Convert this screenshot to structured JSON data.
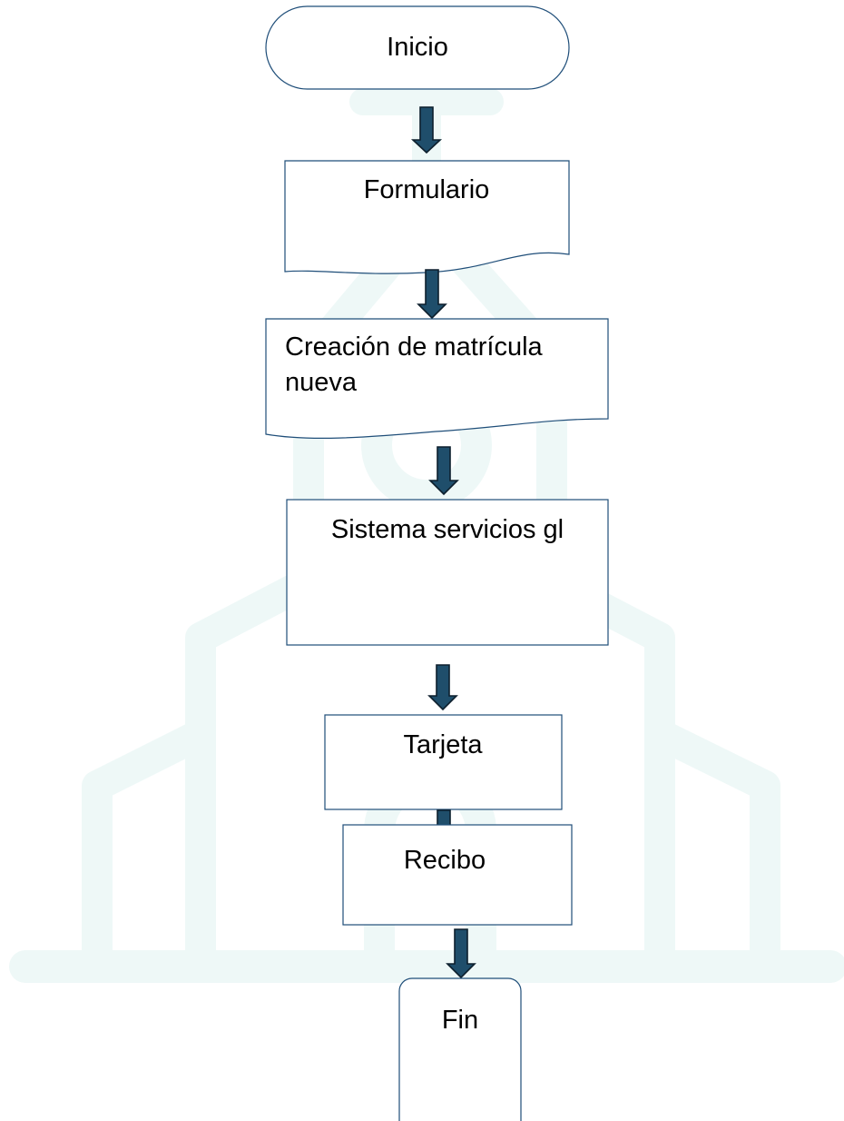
{
  "diagram": {
    "nodes": {
      "inicio": "Inicio",
      "formulario": "Formulario",
      "creacion_line1": "Creación de matrícula",
      "creacion_line2": "nueva",
      "sistema": "Sistema servicios gl",
      "tarjeta": "Tarjeta",
      "recibo": "Recibo",
      "fin": "Fin"
    },
    "colors": {
      "shape_stroke": "#1f4e79",
      "arrow_fill": "#1f4e6b",
      "watermark": "#eef8f7"
    }
  }
}
